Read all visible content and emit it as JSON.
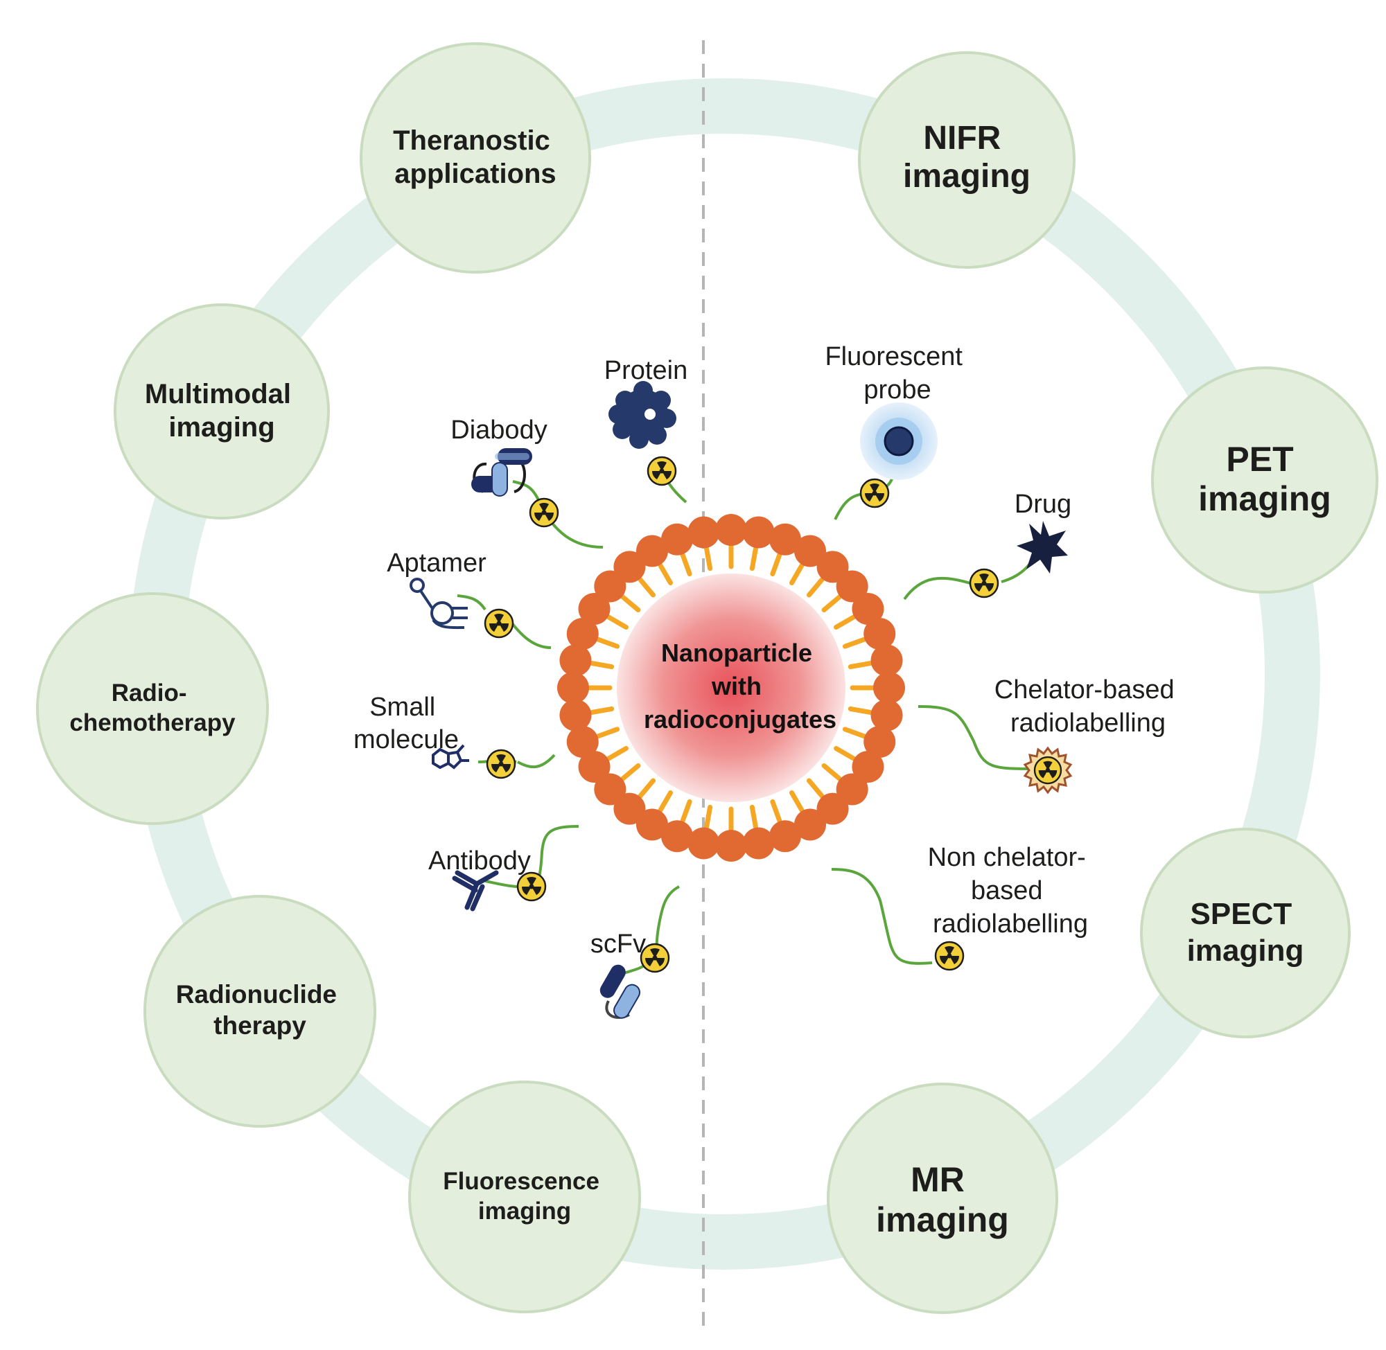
{
  "center": {
    "lines": [
      "Nanoparticle",
      "with",
      "radioconjugates"
    ]
  },
  "applications": {
    "left": [
      {
        "id": "theranostic",
        "lines": [
          "Theranostic",
          "applications"
        ]
      },
      {
        "id": "multimodal",
        "lines": [
          "Multimodal",
          "imaging"
        ]
      },
      {
        "id": "radio-chemotherapy",
        "lines": [
          "Radio-",
          "chemotherapy"
        ]
      },
      {
        "id": "radionuclide-therapy",
        "lines": [
          "Radionuclide",
          "therapy"
        ]
      },
      {
        "id": "fluorescence",
        "lines": [
          "Fluorescence",
          "imaging"
        ]
      }
    ],
    "right": [
      {
        "id": "nifr",
        "lines": [
          "NIFR",
          "imaging"
        ]
      },
      {
        "id": "pet",
        "lines": [
          "PET",
          "imaging"
        ]
      },
      {
        "id": "spect",
        "lines": [
          "SPECT",
          "imaging"
        ]
      },
      {
        "id": "mr",
        "lines": [
          "MR",
          "imaging"
        ]
      }
    ]
  },
  "ligands": {
    "protein": [
      "Protein"
    ],
    "diabody": [
      "Diabody"
    ],
    "aptamer": [
      "Aptamer"
    ],
    "small_molecule": [
      "Small",
      "molecule"
    ],
    "antibody": [
      "Antibody"
    ],
    "scfv": [
      "scFv"
    ],
    "fluorescent_probe": [
      "Fluorescent",
      "probe"
    ],
    "drug": [
      "Drug"
    ],
    "chelator": [
      "Chelator-based",
      "radiolabelling"
    ],
    "non_chelator": [
      "Non chelator-",
      "based",
      "radiolabelling"
    ]
  },
  "icons": [
    "radioactive-icon",
    "protein-icon",
    "diabody-icon",
    "aptamer-icon",
    "small-molecule-icon",
    "antibody-icon",
    "scfv-icon",
    "fluorescent-probe-icon",
    "drug-icon",
    "chelator-icon"
  ],
  "colors": {
    "ring": "#e2f0ec",
    "bubble_fill": "#e4eedd",
    "bubble_stroke": "#c9dcc0",
    "lipid_head": "#e06a32",
    "lipid_tail": "#f5a623",
    "core": "#ee7f80",
    "linker": "#5aa63d",
    "radio_yellow": "#f3cf3a",
    "navy": "#1f2f66",
    "light_blue": "#8fb3e0",
    "divider": "#b5b5b5"
  }
}
